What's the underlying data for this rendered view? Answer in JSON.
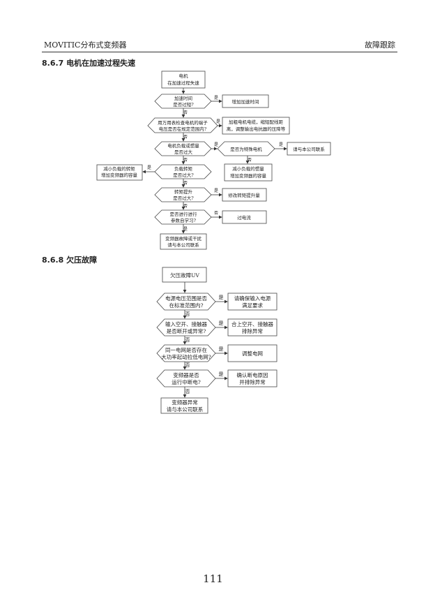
{
  "header": {
    "left": "MOVITIC分布式变频器",
    "right": "故障跟踪"
  },
  "section1": {
    "title": "8.6.7 电机在加速过程失速",
    "start": [
      "电机",
      "在加速过程失速"
    ],
    "q1": [
      "加速时间",
      "是否过短?"
    ],
    "a1": "增加加速时间",
    "q2": [
      "用万用表检查电机的端子",
      "电压是否在规定范围内?"
    ],
    "a2": [
      "加粗电机电缆，缩短配线距",
      "离，调整输出电抗器的压降等"
    ],
    "q3": [
      "电机负载或惯量",
      "是否过大"
    ],
    "q3b": "是否为特殊电机",
    "a3b": "请与本公司联系",
    "a3": [
      "减小负载的惯量",
      "增加变频器的容量"
    ],
    "q4": [
      "负载转矩",
      "是否过大?"
    ],
    "a4": [
      "减小负载的转矩",
      "增加变频器的容量"
    ],
    "q5": [
      "转矩提升",
      "是否过大?"
    ],
    "a5": "修改转矩提升量",
    "q6": [
      "是否进行进行",
      "参数自学习?"
    ],
    "a6": "过电流",
    "end": [
      "变频器故障或干扰",
      "请与本公司联系"
    ]
  },
  "section2": {
    "title": "8.6.8 欠压故障",
    "start": "欠压故障UV",
    "q1": [
      "电源电压范围是否",
      "在标准范围内?"
    ],
    "a1": [
      "请确保输入电源",
      "满足要求"
    ],
    "q2": [
      "输入空开、接触器",
      "是否断开或异常?"
    ],
    "a2": [
      "合上空开、接触器",
      "排除异常"
    ],
    "q3": [
      "同一电网是否存在",
      "大功率起动拉低电网?"
    ],
    "a3": "调整电网",
    "q4": [
      "变频器是否",
      "运行中断电?"
    ],
    "a4": [
      "确认断电原因",
      "并排除异常"
    ],
    "end": [
      "变频器异常",
      "请与本公司联系"
    ]
  },
  "labels": {
    "yes": "是",
    "no": "否"
  },
  "page_number": "111"
}
